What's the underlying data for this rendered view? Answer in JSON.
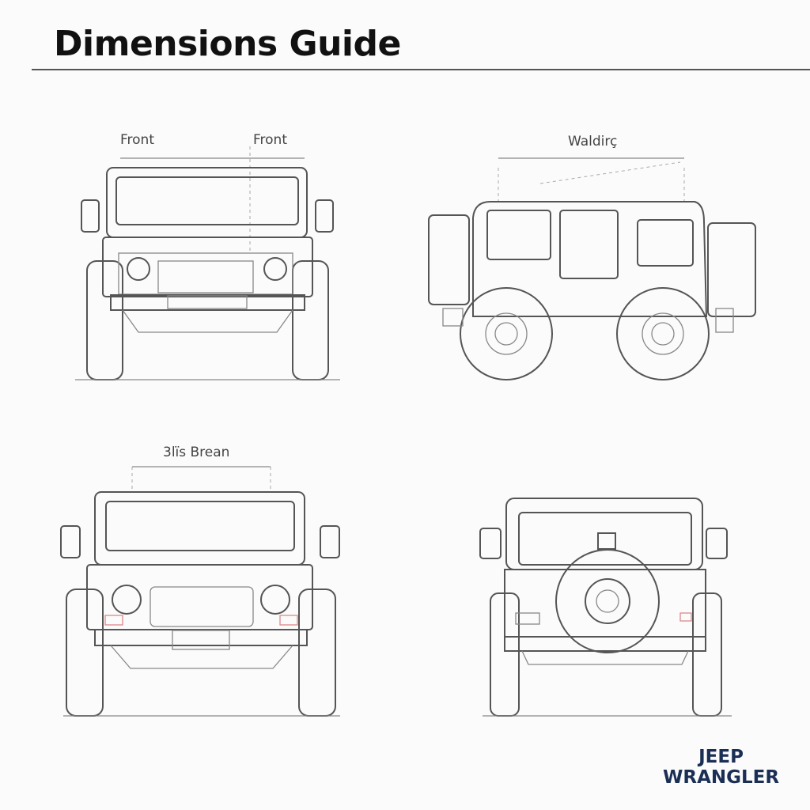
{
  "header": {
    "title": "Dimensions Guide"
  },
  "views": {
    "front_top": {
      "label_left": "Front",
      "label_right": "Front"
    },
    "side": {
      "label": "Waldirç"
    },
    "front_bottom": {
      "label": "3lïs Brean"
    }
  },
  "brand": {
    "line1": "JEEP",
    "line2": "WRANGLER",
    "color": "#1b2f55"
  }
}
